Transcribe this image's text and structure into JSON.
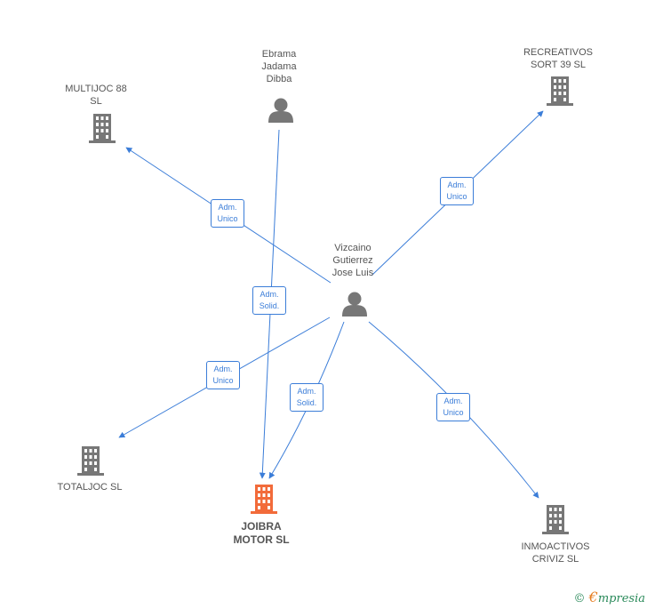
{
  "nodes": {
    "ebrama": {
      "name": "Ebrama\nJadama\nDibba",
      "kind": "person"
    },
    "vizcaino": {
      "name": "Vizcaino\nGutierrez\nJose Luis",
      "kind": "person"
    },
    "multijoc": {
      "name": "MULTIJOC 88\nSL",
      "kind": "company"
    },
    "recreativos": {
      "name": "RECREATIVOS\nSORT 39  SL",
      "kind": "company"
    },
    "totaljoc": {
      "name": "TOTALJOC  SL",
      "kind": "company"
    },
    "joibra": {
      "name": "JOIBRA\nMOTOR  SL",
      "kind": "company-focus"
    },
    "inmoactivos": {
      "name": "INMOACTIVOS\nCRIVIZ  SL",
      "kind": "company"
    }
  },
  "edges": [
    {
      "id": "e1",
      "line1": "Adm.",
      "line2": "Unico"
    },
    {
      "id": "e2",
      "line1": "Adm.",
      "line2": "Unico"
    },
    {
      "id": "e3",
      "line1": "Adm.",
      "line2": "Solid."
    },
    {
      "id": "e4",
      "line1": "Adm.",
      "line2": "Unico"
    },
    {
      "id": "e5",
      "line1": "Adm.",
      "line2": "Solid."
    },
    {
      "id": "e6",
      "line1": "Adm.",
      "line2": "Unico"
    }
  ],
  "colors": {
    "edge": "#3b7dd8",
    "company": "#777777",
    "focus": "#f26b3a",
    "person": "#777777"
  },
  "footer": {
    "copyright": "©",
    "brand_e": "€",
    "brand_rest": "mpresia"
  }
}
